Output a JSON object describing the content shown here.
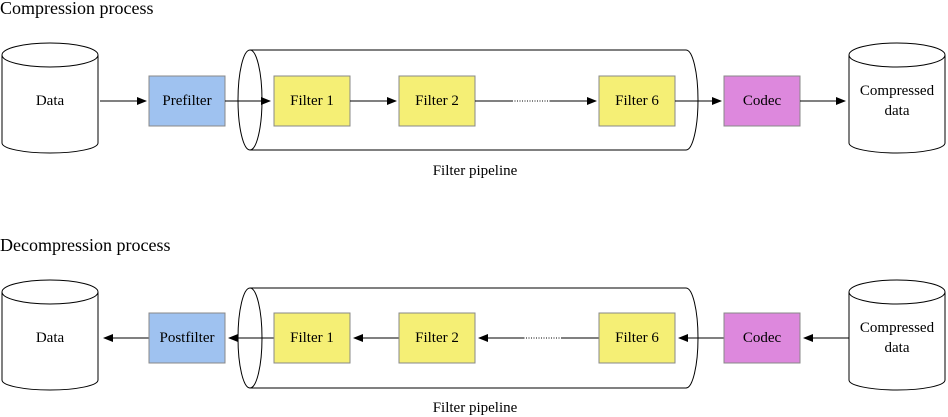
{
  "compression": {
    "title": "Compression process",
    "input_label": "Data",
    "prefilter_label": "Prefilter",
    "filters": [
      "Filter 1",
      "Filter 2",
      "Filter 6"
    ],
    "codec_label": "Codec",
    "output_label": "Compressed data",
    "pipeline_label": "Filter pipeline"
  },
  "decompression": {
    "title": "Decompression process",
    "output_label": "Data",
    "postfilter_label": "Postfilter",
    "filters": [
      "Filter 1",
      "Filter 2",
      "Filter 6"
    ],
    "codec_label": "Codec",
    "input_label": "Compressed data",
    "pipeline_label": "Filter pipeline"
  },
  "colors": {
    "prefilter": "#9fc2f0",
    "postfilter": "#9fc2f0",
    "filter": "#f5ef75",
    "codec": "#dd88dd",
    "cylinder": "#ffffff",
    "stroke": "#000000"
  }
}
